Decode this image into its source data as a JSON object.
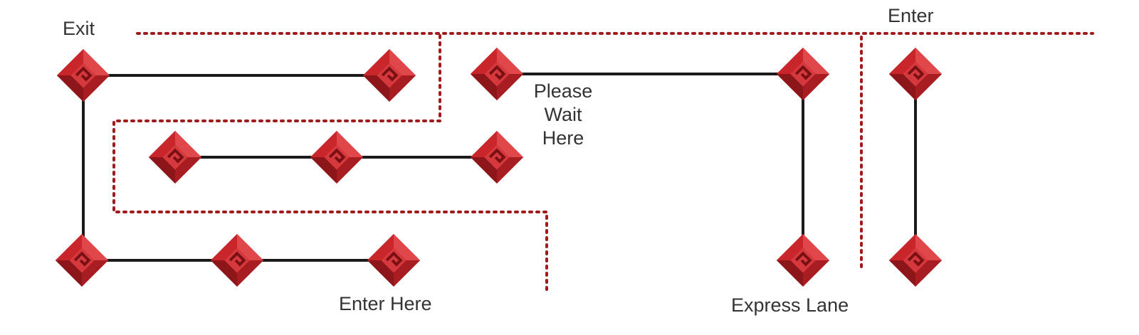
{
  "labels": {
    "exit": "Exit",
    "enter": "Enter",
    "please_wait_here": "Please\nWait\nHere",
    "enter_here": "Enter Here",
    "express_lane": "Express Lane"
  },
  "colors": {
    "post_dark": "#9e1b1e",
    "post_mid": "#c8262b",
    "post_light": "#e0474b",
    "rope": "#1a1a1a",
    "dotted_line": "#a01c1c",
    "text": "#333333"
  },
  "icons": {
    "stanchion": "stanchion-post-icon"
  }
}
